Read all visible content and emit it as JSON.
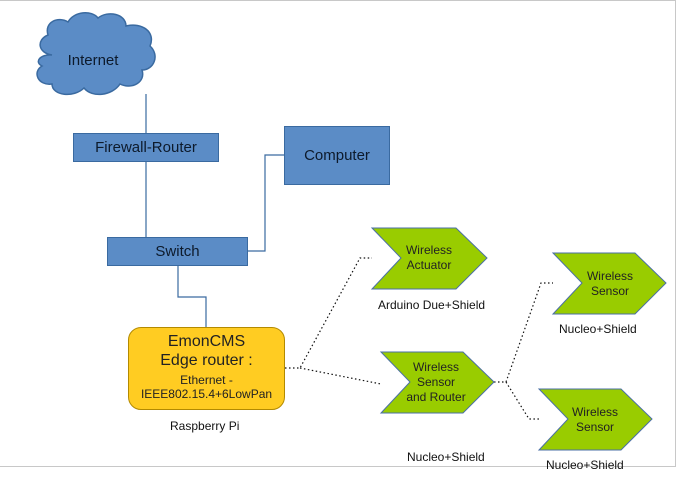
{
  "nodes": {
    "internet": "Internet",
    "firewall_router": "Firewall-Router",
    "computer": "Computer",
    "switch": "Switch",
    "edge_router": {
      "line1": "EmonCMS",
      "line2": "Edge router :",
      "line3": "Ethernet -",
      "line4": "IEEE802.15.4+6LowPan"
    },
    "wireless_actuator": {
      "line1": "Wireless",
      "line2": "Actuator"
    },
    "wireless_sensor_router": {
      "line1": "Wireless",
      "line2": "Sensor",
      "line3": "and Router"
    },
    "wireless_sensor_1": {
      "line1": "Wireless",
      "line2": "Sensor"
    },
    "wireless_sensor_2": {
      "line1": "Wireless",
      "line2": "Sensor"
    }
  },
  "captions": {
    "raspberry_pi": "Raspberry Pi",
    "arduino": "Arduino Due+Shield",
    "nucleo_1": "Nucleo+Shield",
    "nucleo_2": "Nucleo+Shield",
    "nucleo_3": "Nucleo+Shield"
  },
  "colors": {
    "box_fill": "#5b8cc6",
    "box_border": "#3a6aa0",
    "edge_router_fill": "#ffcc22",
    "wireless_fill": "#99cc00",
    "wireless_border": "#4a6fa5"
  }
}
